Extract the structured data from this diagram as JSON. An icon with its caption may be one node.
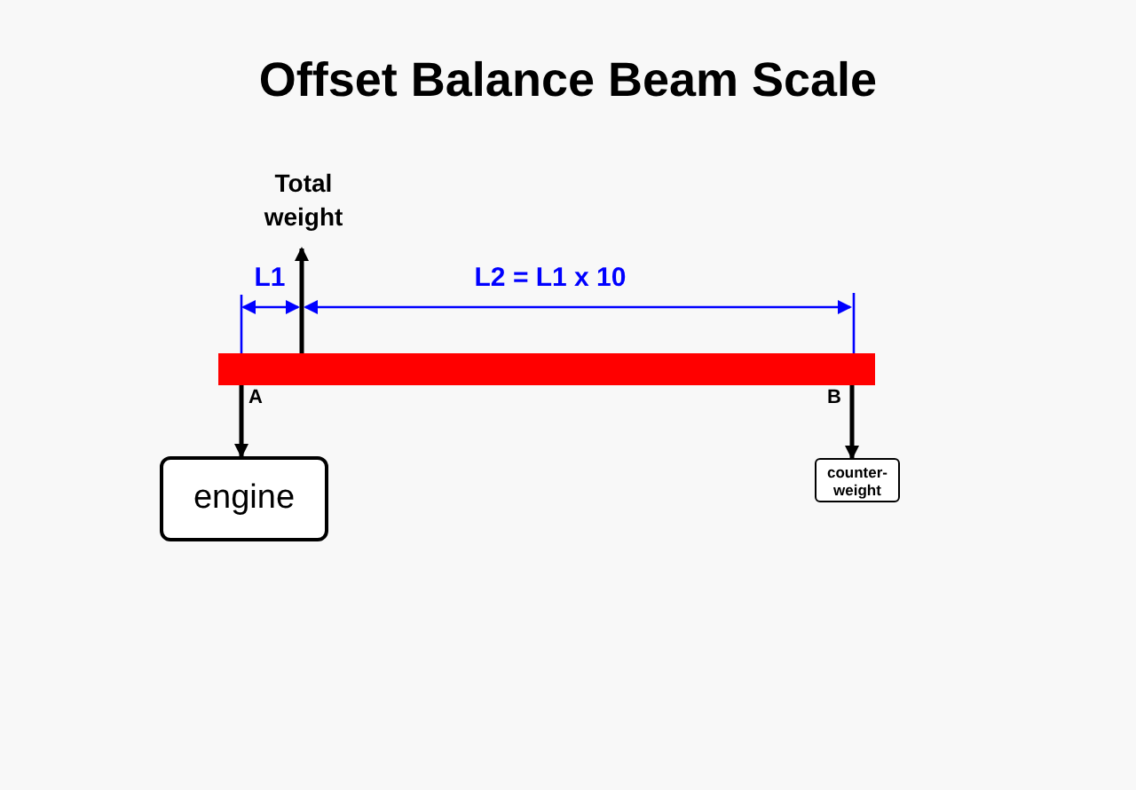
{
  "diagram": {
    "title": "Offset Balance Beam Scale",
    "nodes": [
      {
        "text": [
          "Total weight"
        ]
      },
      {
        "text": [],
        "shape": "bar"
      },
      {
        "text": [
          "engine"
        ]
      },
      {
        "text": [
          "counter-weight"
        ]
      }
    ],
    "edges": [
      {
        "from": 1,
        "to": 0,
        "arrow": "to"
      },
      {
        "from": 1,
        "to": 2,
        "arrow": "to"
      },
      {
        "from": 1,
        "to": 3,
        "arrow": "to"
      }
    ],
    "labels": [
      "L1",
      "L2 = L1 x 10",
      "A",
      "B"
    ]
  }
}
